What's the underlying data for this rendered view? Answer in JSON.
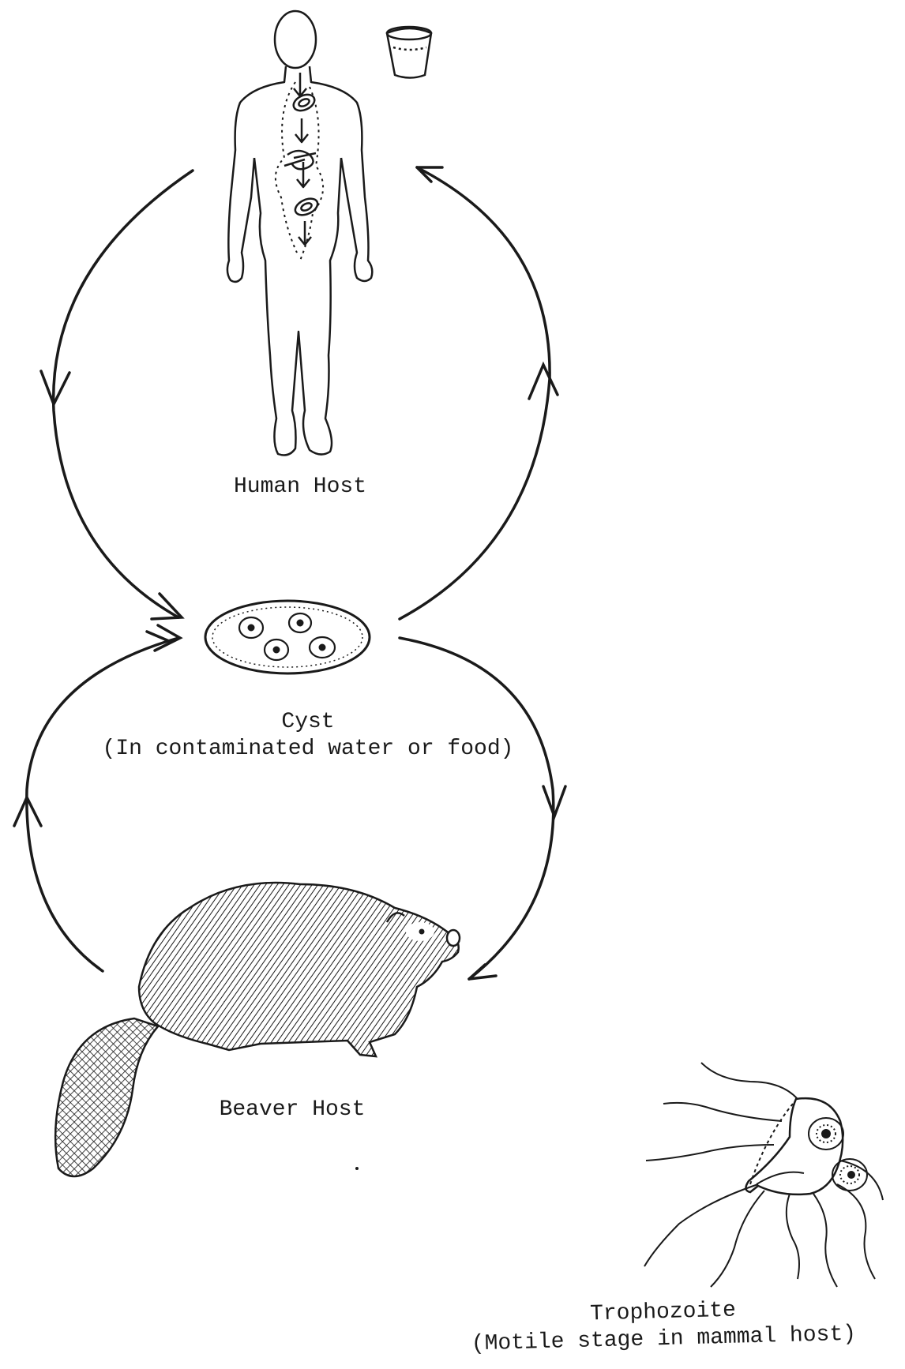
{
  "diagram": {
    "human_host": {
      "label": "Human Host"
    },
    "cyst": {
      "line1": "Cyst",
      "line2": "(In contaminated water or food)"
    },
    "beaver_host": {
      "label": "Beaver Host"
    },
    "trophozoite": {
      "line1": "Trophozoite",
      "line2": "(Motile stage in mammal host)"
    }
  },
  "colors": {
    "ink": "#1a1a1a",
    "background": "#ffffff"
  }
}
